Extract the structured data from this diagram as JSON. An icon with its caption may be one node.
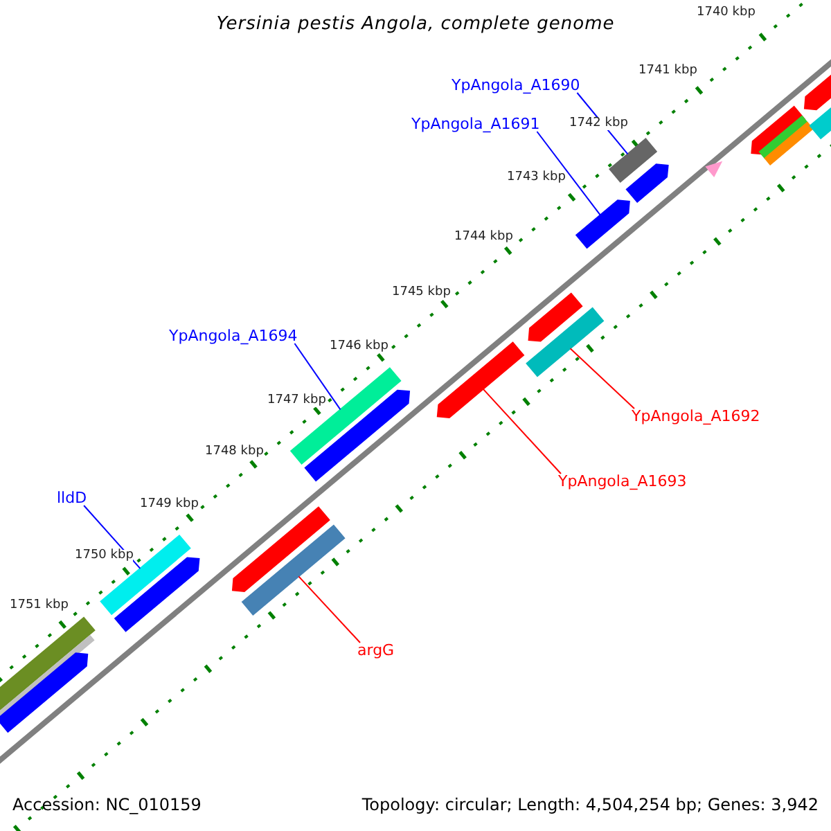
{
  "diagram": {
    "title": "Yersinia pestis Angola, complete genome",
    "nodes": [
      {
        "text": [
          "YpAngola_A1690"
        ]
      },
      {
        "text": [],
        "shape": "bar"
      },
      {
        "text": [
          "YpAngola_A1691"
        ]
      },
      {
        "text": [],
        "shape": "bar"
      },
      {
        "text": [
          "YpAngola_A1694"
        ]
      },
      {
        "text": [],
        "shape": "bar"
      },
      {
        "text": [
          "lldD"
        ]
      },
      {
        "text": [],
        "shape": "bar"
      },
      {
        "text": [
          "YpAngola_A1692"
        ]
      },
      {
        "text": [],
        "shape": "bar"
      },
      {
        "text": [
          "YpAngola_A1693"
        ]
      },
      {
        "text": [],
        "shape": "bar"
      },
      {
        "text": [
          "argG"
        ]
      },
      {
        "text": [],
        "shape": "bar"
      },
      {
        "text": [],
        "shape": "bar"
      },
      {
        "text": [],
        "shape": "bar"
      },
      {
        "text": [],
        "shape": "bar"
      },
      {
        "text": [],
        "shape": "bar"
      },
      {
        "text": [],
        "shape": "bar"
      },
      {
        "text": [],
        "shape": "bar"
      },
      {
        "text": [],
        "shape": "bar"
      },
      {
        "text": [],
        "shape": "bar"
      },
      {
        "text": [],
        "shape": "bar"
      },
      {
        "text": [],
        "shape": "bar"
      },
      {
        "text": [],
        "shape": "bar"
      },
      {
        "text": [],
        "shape": "bar"
      },
      {
        "text": [],
        "shape": "bar"
      }
    ],
    "edges": [
      {
        "from": 0,
        "to": 1,
        "arrow": "none",
        "color": "#0000ff"
      },
      {
        "from": 2,
        "to": 3,
        "arrow": "none",
        "color": "#0000ff"
      },
      {
        "from": 4,
        "to": 5,
        "arrow": "none",
        "color": "#0000ff"
      },
      {
        "from": 6,
        "to": 7,
        "arrow": "none",
        "color": "#0000ff"
      },
      {
        "from": 8,
        "to": 9,
        "arrow": "none",
        "color": "#ff0000"
      },
      {
        "from": 10,
        "to": 11,
        "arrow": "none",
        "color": "#ff0000"
      },
      {
        "from": 12,
        "to": 13,
        "arrow": "none",
        "color": "#ff0000"
      }
    ],
    "labels": [
      "1740 kbp",
      "1741 kbp",
      "1742 kbp",
      "1743 kbp",
      "1744 kbp",
      "1745 kbp",
      "1746 kbp",
      "1747 kbp",
      "1748 kbp",
      "1749 kbp",
      "1750 kbp",
      "1751 kbp",
      "Accession: NC_010159",
      "Topology: circular; Length: 4,504,254 bp; Genes: 3,942"
    ]
  }
}
